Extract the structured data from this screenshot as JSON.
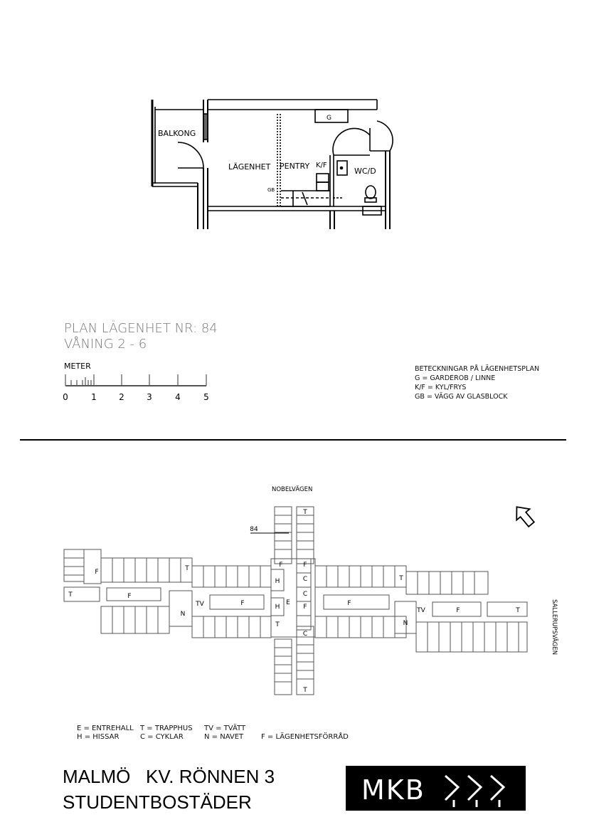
{
  "top_plan": {
    "labels": {
      "balkong": "BALKONG",
      "lagenhet": "LÄGENHET",
      "pentry": "PENTRY",
      "kf": "K/F",
      "wcd": "WC/D",
      "g": "G",
      "gb": "GB"
    }
  },
  "plan_title": {
    "line1": "PLAN LÄGENHET NR: 84",
    "line2": "VÅNING 2 - 6"
  },
  "scale": {
    "label": "METER",
    "ticks": [
      "0",
      "1",
      "2",
      "3",
      "4",
      "5"
    ]
  },
  "legend_top": {
    "heading": "BETECKNINGAR PÅ LÄGENHETSPLAN",
    "items": [
      "G = GARDEROB / LINNE",
      "K/F = KYL/FRYS",
      "GB = VÄGG AV GLASBLOCK"
    ]
  },
  "site_plan": {
    "street_top": "NOBELVÄGEN",
    "street_right": "SALLERUPSVÄGEN",
    "apartment_marker": "84",
    "labels": {
      "F": "F",
      "T": "T",
      "TV": "TV",
      "N": "N",
      "H": "H",
      "E": "E",
      "C": "C"
    }
  },
  "legend_bottom": {
    "col1": [
      "E = ENTREHALL",
      "H = HISSAR"
    ],
    "col2": [
      "T = TRAPPHUS",
      "C = CYKLAR"
    ],
    "col3": [
      "TV = TVÄTT",
      "N = NAVET"
    ],
    "col4": [
      "",
      "F = LÄGENHETSFÖRRÅD"
    ]
  },
  "footer": {
    "line1": "MALMÖ   KV. RÖNNEN 3",
    "line2": "STUDENTBOSTÄDER",
    "logo_text": "MKB"
  }
}
